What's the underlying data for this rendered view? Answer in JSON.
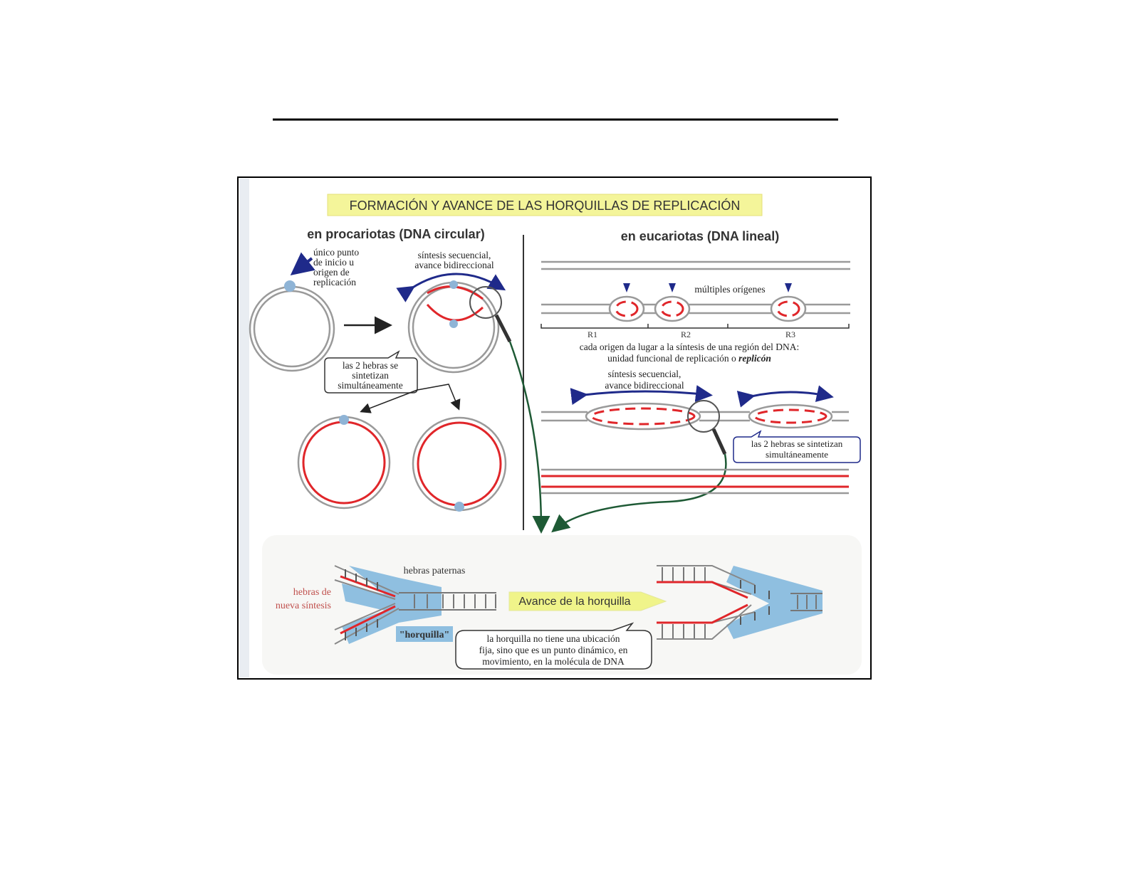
{
  "title": "FORMACIÓN Y AVANCE DE LAS HORQUILLAS DE REPLICACIÓN",
  "prokaryotes": {
    "heading": "en procariotas (DNA circular)",
    "origin_label": [
      "único punto",
      "de inicio u",
      "origen de",
      "replicación"
    ],
    "synthesis_label": [
      "síntesis secuencial,",
      "avance bidireccional"
    ],
    "callout": [
      "las 2 hebras se",
      "sintetizan",
      "simultáneamente"
    ]
  },
  "eukaryotes": {
    "heading": "en eucariotas (DNA lineal)",
    "origins_label": "múltiples orígenes",
    "replicons": [
      "R1",
      "R2",
      "R3"
    ],
    "replicon_text": [
      "cada origen da lugar a la síntesis de una región del DNA:",
      "unidad funcional de replicación o",
      "replicón"
    ],
    "synthesis_label": [
      "síntesis secuencial,",
      "avance bidireccional"
    ],
    "callout": [
      "las 2 hebras se sintetizan",
      "simultáneamente"
    ]
  },
  "fork": {
    "parental_label": "hebras paternas",
    "new_strands_label": [
      "hebras de",
      "nueva síntesis"
    ],
    "fork_label": "\"horquilla\"",
    "advance_label": "Avance de la horquilla",
    "callout": [
      "la horquilla no tiene una ubicación",
      "fija, sino que es un punto dinámico, en",
      "movimiento, en la molécula de DNA"
    ]
  },
  "colors": {
    "new_strand": "#e0262a",
    "parental": "#9a9a9a",
    "fork": "#8fbfe0",
    "arrow": "#1f2a8a",
    "link": "#1e5a35",
    "title_bg": "#f4f59a"
  }
}
